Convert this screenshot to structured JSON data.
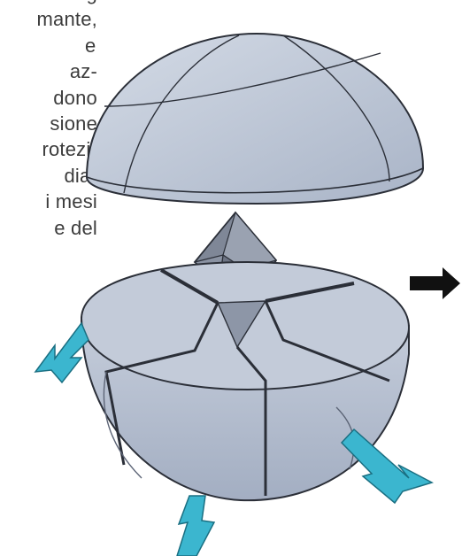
{
  "text_lines": [
    "g",
    "mante,",
    "e",
    "az-",
    "dono",
    "sione",
    "rotezi-",
    "dia-",
    "i mesi",
    "e del"
  ],
  "colors": {
    "shell": "#b9c3d4",
    "shell_light": "#d2d9e4",
    "shell_dark": "#98a3b6",
    "edge": "#2b2f38",
    "arrow_cyan": "#3bb6cf",
    "arrow_black": "#111111"
  },
  "icons": [
    "top-cap",
    "diamond-crystal",
    "bottom-segmented-shell",
    "cyan-arrow",
    "black-arrow"
  ]
}
